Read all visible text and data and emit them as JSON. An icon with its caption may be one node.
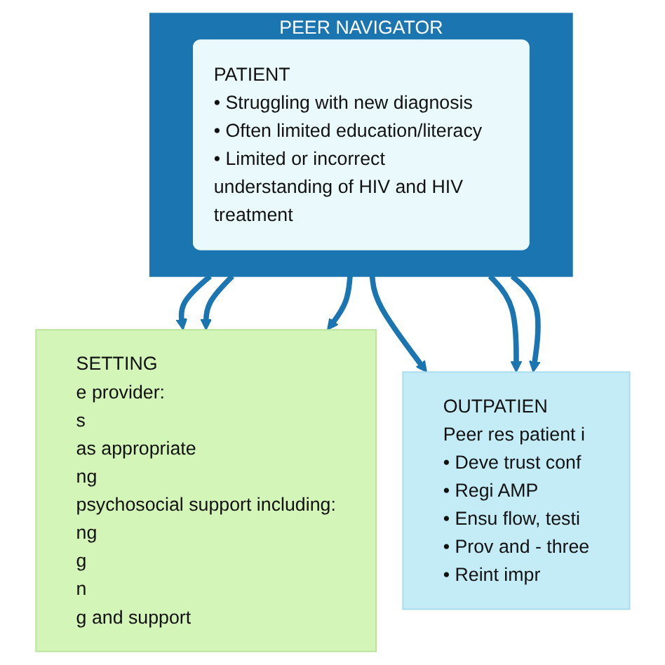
{
  "diagram": {
    "nodes": [
      {
        "text": [
          "SETTING",
          "e provider:",
          "s",
          "as appropriate",
          "ng",
          "psychosocial support including:",
          "ng",
          "g",
          "n",
          "g and support"
        ]
      },
      {
        "text": [
          "OUTPATIEN",
          "Peer res patient i",
          "• Deve trust conf",
          "• Regi AMP",
          "• Ensu flow, testi",
          "• Prov and - three",
          "• Reint impr"
        ]
      },
      {
        "text": [
          "PEER NAVIGATOR"
        ]
      },
      {
        "text": [
          "PATIENT",
          "• Struggling with new diagnosis",
          "• Often limited education/literacy",
          "• Limited or incorrect understanding of HIV and HIV treatment"
        ],
        "in": 2
      }
    ],
    "edges": [
      {
        "from": 2,
        "to": 0,
        "arrow": "to"
      },
      {
        "from": 2,
        "to": 0,
        "arrow": "to"
      },
      {
        "from": 2,
        "to": 0,
        "arrow": "to"
      },
      {
        "from": 2,
        "to": 1,
        "arrow": "to"
      },
      {
        "from": 2,
        "to": 1,
        "arrow": "to"
      },
      {
        "from": 2,
        "to": 1,
        "arrow": "to"
      }
    ]
  }
}
